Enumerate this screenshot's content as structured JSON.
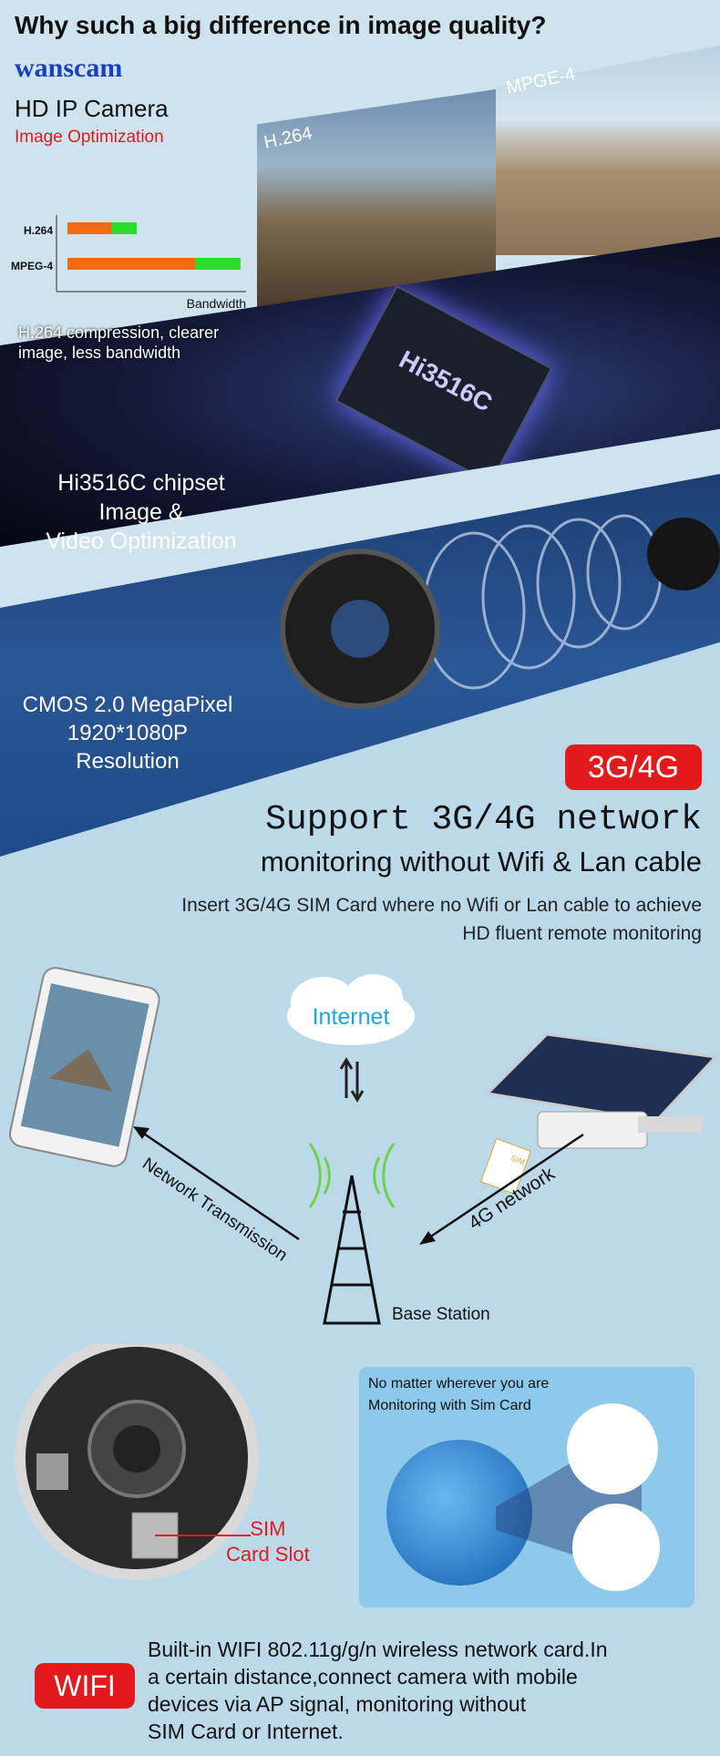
{
  "header": {
    "title": "Why such a big difference in image quality?",
    "brand": "wanscam",
    "product": "HD IP Camera",
    "tagline": "Image Optimization"
  },
  "comparison": {
    "label_h264": "H.264",
    "label_mpeg4": "MPGE-4"
  },
  "bandwidth_chart": {
    "type": "bar",
    "categories": [
      "H.264",
      "MPEG-4"
    ],
    "xlabel": "Bandwidth",
    "caption": "H.264 compression, clearer image, less bandwidth",
    "series_colors": [
      "#f26b0f",
      "#2ddb2a"
    ]
  },
  "chipset": {
    "chip_label": "Hi3516C",
    "line1": "Hi3516C chipset",
    "line2": "Image &",
    "line3": "Video Optimization"
  },
  "sensor": {
    "line1": "CMOS 2.0 MegaPixel",
    "line2": "1920*1080P",
    "line3": "Resolution"
  },
  "network": {
    "badge": "3G/4G",
    "headline": "Support 3G/4G network",
    "subheadline": "monitoring without Wifi & Lan cable",
    "desc1": "Insert 3G/4G SIM Card where no Wifi or Lan cable to achieve",
    "desc2": "HD fluent remote monitoring",
    "internet": "Internet",
    "network_transmission": "Network Transmission",
    "four_g": "4G network",
    "base_station": "Base Station",
    "sim_label": "SIM"
  },
  "sim": {
    "info1": "No matter wherever you are",
    "info2": "Monitoring with Sim Card",
    "slot1": "SIM",
    "slot2": "Card Slot"
  },
  "wifi": {
    "badge": "WIFI",
    "line1": "Built-in WIFI 802.11g/g/n wireless network card.In",
    "line2": "a certain distance,connect camera with mobile",
    "line3": "devices via AP signal, monitoring without",
    "line4": "SIM Card or Internet."
  },
  "colors": {
    "accent_red": "#e3191b",
    "brand_blue": "#1a3fbf",
    "bg": "#bcd9ea"
  }
}
